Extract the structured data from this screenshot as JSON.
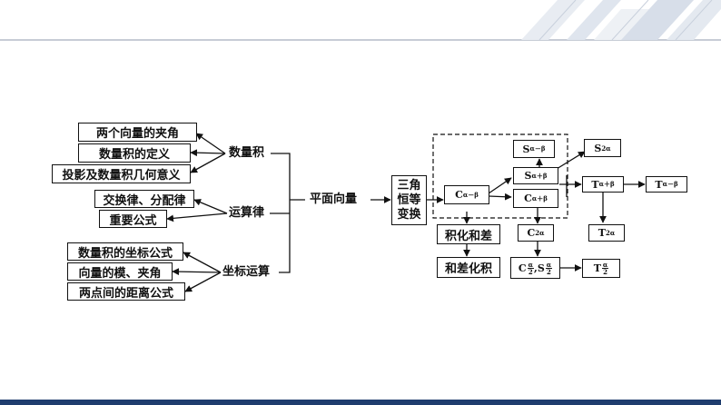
{
  "left_group": {
    "dot_product": {
      "label": "数量积",
      "items": [
        "两个向量的夹角",
        "数量积的定义",
        "投影及数量积几何意义"
      ]
    },
    "laws": {
      "label": "运算律",
      "items": [
        "交换律、分配律",
        "重要公式"
      ]
    },
    "coordinates": {
      "label": "坐标运算",
      "items": [
        "数量积的坐标公式",
        "向量的模、夹角",
        "两点间的距离公式"
      ]
    }
  },
  "center_label": "平面向量",
  "trig": {
    "title_lines": [
      "三角",
      "恒等",
      "变换"
    ],
    "C_minus": {
      "main": "C",
      "sub": "α－β"
    },
    "S_minus": {
      "main": "S",
      "sub": "α－β"
    },
    "S_plus": {
      "main": "S",
      "sub": "α＋β"
    },
    "C_plus": {
      "main": "C",
      "sub": "α＋β"
    },
    "S_2a": {
      "main": "S",
      "sub": "2α"
    },
    "T_plus": {
      "main": "T",
      "sub": "α＋β"
    },
    "T_minus": {
      "main": "T",
      "sub": "α－β"
    },
    "T_2a": {
      "main": "T",
      "sub": "2α"
    },
    "C_2a": {
      "main": "C",
      "sub": "2α"
    },
    "half_angle": {
      "c": "C",
      "sep": ",",
      "s": "S",
      "num": "α",
      "den": "2"
    },
    "T_half": {
      "main": "T",
      "num": "α",
      "den": "2"
    },
    "product_to_sum": "积化和差",
    "sum_to_product": "和差化积"
  }
}
